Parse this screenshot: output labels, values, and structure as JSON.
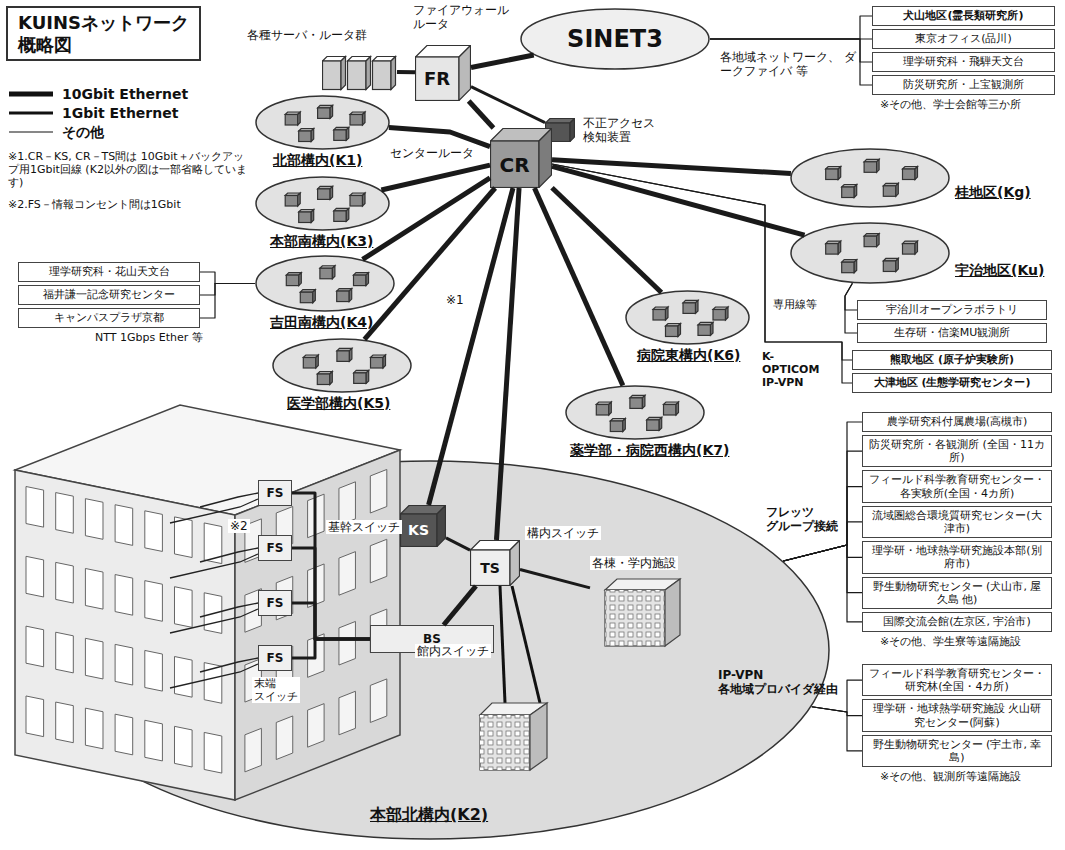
{
  "diagram": {
    "title": "KUINSネットワーク 概略図",
    "nodes": [
      {
        "text": [
          "SINET3"
        ]
      },
      {
        "text": [
          "犬山地区(霊長類研究所)"
        ]
      },
      {
        "text": [
          "東京オフィス(品川)"
        ]
      },
      {
        "text": [
          "理学研究科・飛騨天文台"
        ]
      },
      {
        "text": [
          "防災研究所・上宝観測所"
        ]
      },
      {
        "text": [
          "各種サーバ・ルータ群"
        ]
      },
      {
        "text": [
          "ファイアウォール ルータ",
          "FR"
        ]
      },
      {
        "text": [
          "不正アクセス 検知装置"
        ]
      },
      {
        "text": [
          "センタールータ",
          "CR"
        ]
      },
      {
        "text": [
          "北部構内(K1)"
        ]
      },
      {
        "text": [
          "本部南構内(K3)"
        ]
      },
      {
        "text": [
          "吉田南構内(K4)"
        ]
      },
      {
        "text": [
          "理学研究科・花山天文台"
        ]
      },
      {
        "text": [
          "福井謙一記念研究センター"
        ]
      },
      {
        "text": [
          "キャンパスプラザ京都"
        ]
      },
      {
        "text": [
          "医学部構内(K5)"
        ]
      },
      {
        "text": [
          "病院東構内(K6)"
        ]
      },
      {
        "text": [
          "薬学部・病院西構内(K7)"
        ]
      },
      {
        "text": [
          "桂地区(Kg)"
        ]
      },
      {
        "text": [
          "宇治地区(Ku)"
        ]
      },
      {
        "text": [
          "宇治川オープンラボラトリ"
        ]
      },
      {
        "text": [
          "生存研・信楽MU観測所"
        ]
      },
      {
        "text": [
          "熊取地区 (原子炉実験所)"
        ]
      },
      {
        "text": [
          "大津地区 (生態学研究センター)"
        ]
      },
      {
        "text": [
          "本部北構内(K2)"
        ]
      },
      {
        "text": [
          "基幹スイッチ",
          "KS"
        ],
        "in": 24
      },
      {
        "text": [
          "TS",
          "構内スイッチ"
        ],
        "in": 24
      },
      {
        "text": [
          "FS"
        ],
        "in": 24
      },
      {
        "text": [
          "FS"
        ],
        "in": 24
      },
      {
        "text": [
          "FS"
        ],
        "in": 24
      },
      {
        "text": [
          "FS"
        ],
        "in": 24
      },
      {
        "text": [
          "BS",
          "館内スイッチ"
        ],
        "in": 24
      },
      {
        "text": [
          "各棟・学内施設"
        ],
        "in": 24
      },
      {
        "text": [
          "農学研究科付属農場(高槻市)"
        ]
      },
      {
        "text": [
          "防災研究所・各観測所 (全国・11カ所)"
        ]
      },
      {
        "text": [
          "フィールド科学教育研究センター・各実験所(全国・4カ所)"
        ]
      },
      {
        "text": [
          "流域圏総合環境質研究センター(大津市)"
        ]
      },
      {
        "text": [
          "理学研・地球熱学研究施設本部(別府市)"
        ]
      },
      {
        "text": [
          "野生動物研究センター (犬山市, 屋久島 他)"
        ]
      },
      {
        "text": [
          "国際交流会館(左京区, 宇治市)"
        ]
      },
      {
        "text": [
          "フィールド科学教育研究センター・研究林(全国・4カ所)"
        ]
      },
      {
        "text": [
          "理学研・地球熱学研究施設 火山研究センター(阿蘇)"
        ]
      },
      {
        "text": [
          "野生動物研究センター (宇土市, 幸島)"
        ]
      }
    ],
    "edges": [
      {
        "from": 0,
        "to": 1,
        "arrow": "none"
      },
      {
        "from": 0,
        "to": 2,
        "arrow": "none"
      },
      {
        "from": 0,
        "to": 3,
        "arrow": "none"
      },
      {
        "from": 0,
        "to": 4,
        "arrow": "none"
      },
      {
        "from": 6,
        "to": 0,
        "arrow": "none"
      },
      {
        "from": 5,
        "to": 6,
        "arrow": "none"
      },
      {
        "from": 6,
        "to": 7,
        "arrow": "none"
      },
      {
        "from": 6,
        "to": 8,
        "arrow": "none"
      },
      {
        "from": 8,
        "to": 9,
        "arrow": "none"
      },
      {
        "from": 8,
        "to": 10,
        "arrow": "none"
      },
      {
        "from": 8,
        "to": 11,
        "arrow": "none"
      },
      {
        "from": 8,
        "to": 15,
        "arrow": "none"
      },
      {
        "from": 8,
        "to": 16,
        "arrow": "none"
      },
      {
        "from": 8,
        "to": 17,
        "arrow": "none"
      },
      {
        "from": 8,
        "to": 18,
        "arrow": "none"
      },
      {
        "from": 8,
        "to": 19,
        "arrow": "none"
      },
      {
        "from": 8,
        "to": 25,
        "arrow": "none"
      },
      {
        "from": 8,
        "to": 26,
        "arrow": "none"
      },
      {
        "from": 25,
        "to": 26,
        "arrow": "none"
      },
      {
        "from": 26,
        "to": 31,
        "arrow": "none"
      },
      {
        "from": 31,
        "to": 27,
        "arrow": "none"
      },
      {
        "from": 31,
        "to": 28,
        "arrow": "none"
      },
      {
        "from": 31,
        "to": 29,
        "arrow": "none"
      },
      {
        "from": 31,
        "to": 30,
        "arrow": "none"
      },
      {
        "from": 26,
        "to": 32,
        "arrow": "none"
      },
      {
        "from": 11,
        "to": 12,
        "arrow": "none"
      },
      {
        "from": 11,
        "to": 13,
        "arrow": "none"
      },
      {
        "from": 11,
        "to": 14,
        "arrow": "none"
      },
      {
        "from": 19,
        "to": 20,
        "arrow": "none"
      },
      {
        "from": 19,
        "to": 21,
        "arrow": "none"
      },
      {
        "from": 8,
        "to": 22,
        "arrow": "none"
      },
      {
        "from": 8,
        "to": 23,
        "arrow": "none"
      },
      {
        "from": 33,
        "to": 24,
        "arrow": "none"
      },
      {
        "from": 34,
        "to": 24,
        "arrow": "none"
      },
      {
        "from": 35,
        "to": 24,
        "arrow": "none"
      },
      {
        "from": 36,
        "to": 24,
        "arrow": "none"
      },
      {
        "from": 37,
        "to": 24,
        "arrow": "none"
      },
      {
        "from": 38,
        "to": 24,
        "arrow": "none"
      },
      {
        "from": 39,
        "to": 24,
        "arrow": "none"
      },
      {
        "from": 40,
        "to": 24,
        "arrow": "none"
      },
      {
        "from": 41,
        "to": 24,
        "arrow": "none"
      },
      {
        "from": 42,
        "to": 24,
        "arrow": "none"
      }
    ],
    "labels": [
      "※1.CR－KS, CR－TS間は 10Gbit＋バックアップ用1Gbit回線 (K2以外の図は一部省略しています)",
      "※2.FS－情報コンセント間は1Gbit",
      "各地域ネットワーク、 ダークファイバ 等",
      "※その他、学士会館等三か所",
      "NTT 1Gbps Ether 等",
      "※1",
      "専用線等",
      "K-OPTICOM IP-VPN",
      "フレッツ グループ接続",
      "※その他、学生寮等遠隔施設",
      "IP-VPN 各地域プロバイダ経由",
      "※その他、観測所等遠隔施設",
      "※2",
      "末端 スイッチ"
    ],
    "legend": [
      {
        "text": "10Gbit Ethernet"
      },
      {
        "text": "1Gbit Ethernet"
      },
      {
        "text": "その他"
      }
    ]
  }
}
